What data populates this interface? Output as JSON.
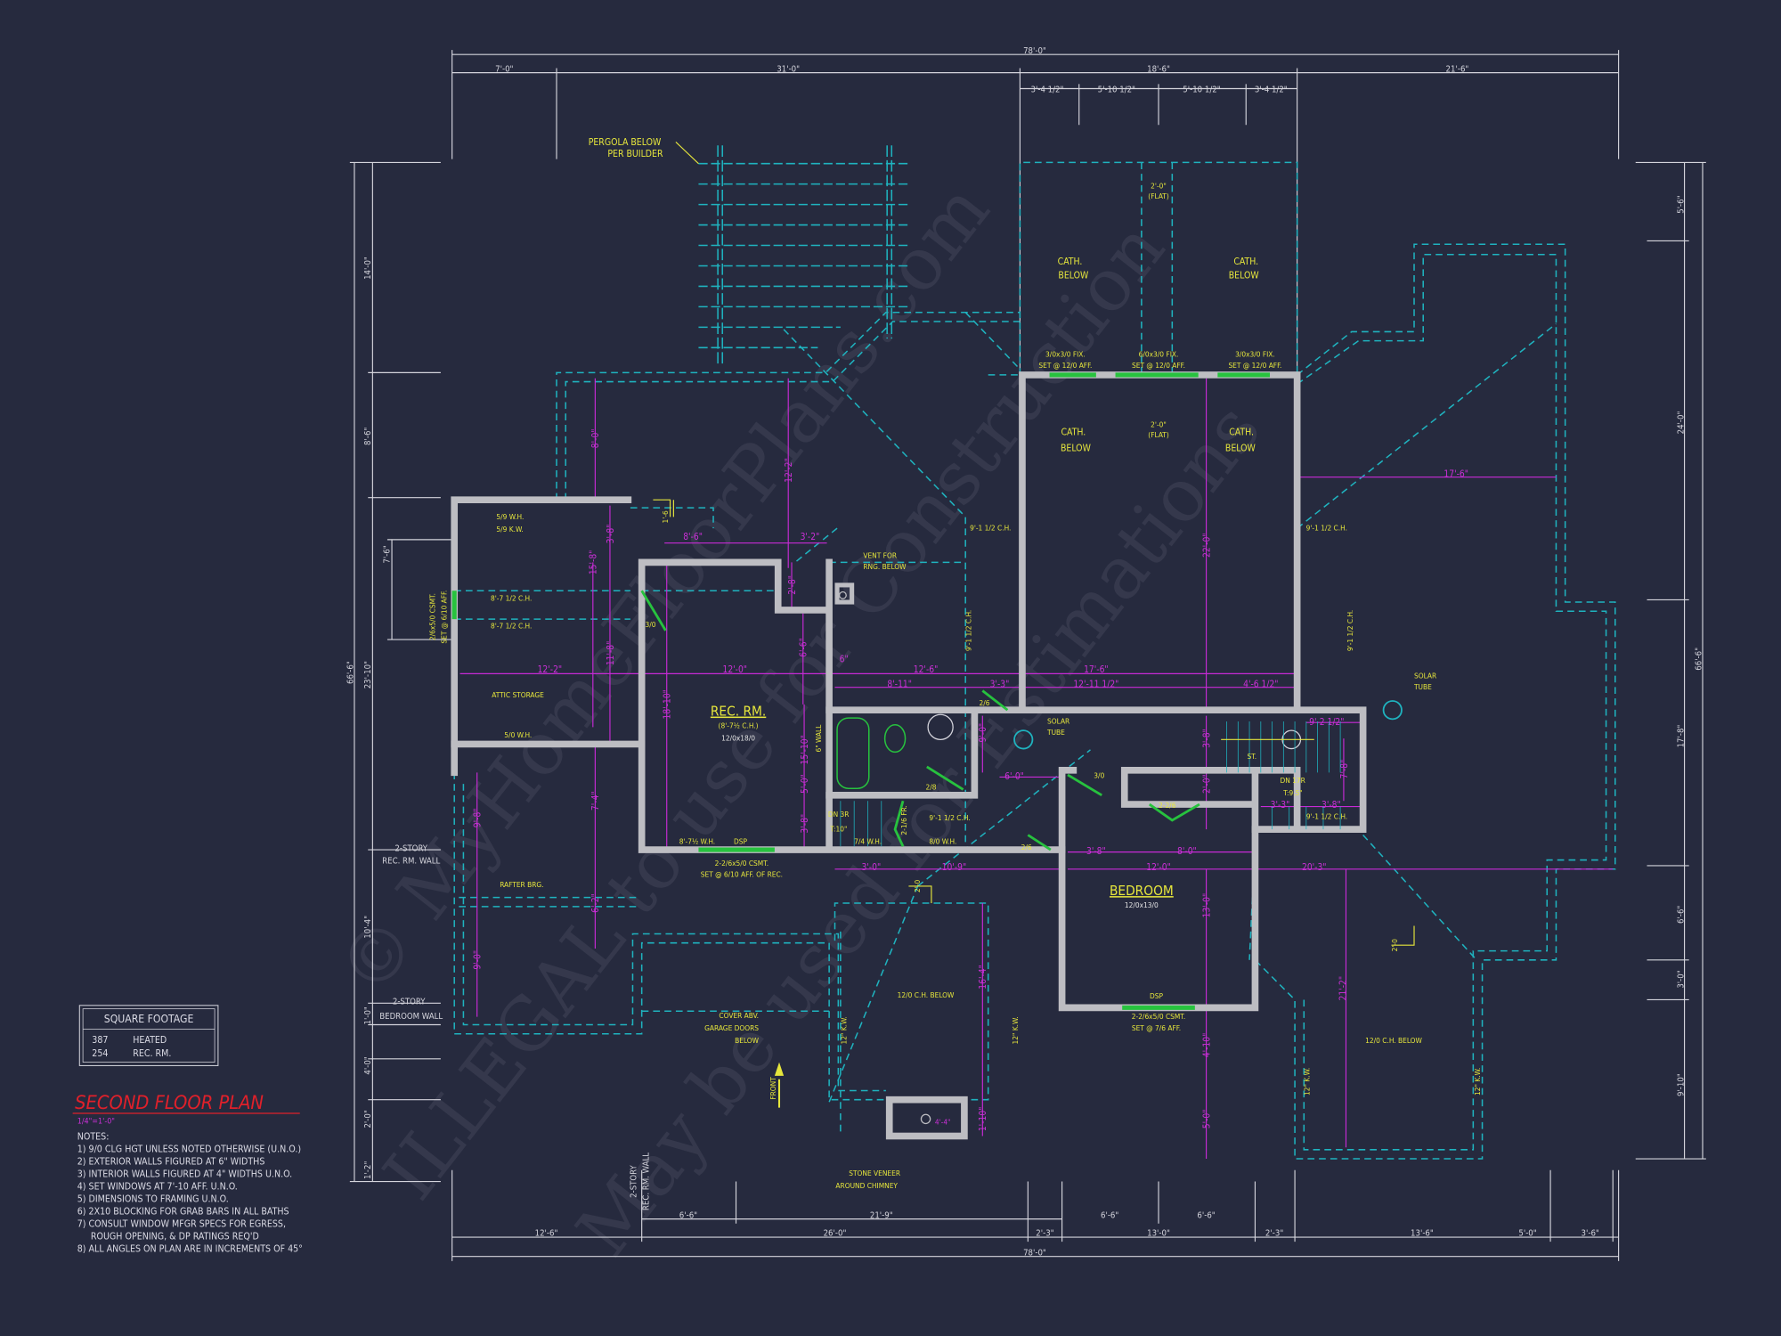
{
  "title": {
    "text": "SECOND FLOOR PLAN",
    "scale": "1/4\"=1'-0\"",
    "color": "#e0202a"
  },
  "square_footage": {
    "heading": "SQUARE FOOTAGE",
    "rows": [
      {
        "value": "387",
        "label": "HEATED"
      },
      {
        "value": "254",
        "label": "REC. RM."
      }
    ]
  },
  "notes": {
    "heading": "NOTES:",
    "items": [
      "1)  9/0 CLG HGT UNLESS NOTED OTHERWISE (U.N.O.)",
      "2)  EXTERIOR WALLS FIGURED AT 6\" WIDTHS",
      "3)  INTERIOR WALLS FIGURED AT 4\" WIDTHS U.N.O.",
      "4)  SET WINDOWS AT 7'-10 AFF. U.N.O.",
      "5)  DIMENSIONS TO FRAMING U.N.O.",
      "6)  2X10 BLOCKING FOR GRAB BARS IN ALL BATHS",
      "7)  CONSULT WINDOW MFGR SPECS FOR EGRESS,",
      "     ROUGH OPENING, & DP RATINGS REQ'D",
      "8)  ALL ANGLES ON PLAN ARE IN INCREMENTS OF 45°"
    ]
  },
  "dims_top": {
    "overall": "78'-0\"",
    "row2": [
      "7'-0\"",
      "31'-0\"",
      "18'-6\"",
      "21'-6\""
    ],
    "row3": [
      "3'-4 1/2\"",
      "5'-10 1/2\"",
      "5'-10 1/2\"",
      "3'-4 1/2\""
    ]
  },
  "dims_bottom": {
    "overall": "78'-0\"",
    "row2": [
      "12'-6\"",
      "26'-0\"",
      "2'-3\"",
      "13'-0\"",
      "2'-3\"",
      "13'-6\"",
      "5'-0\"",
      "3'-6\""
    ],
    "row1": [
      "6'-6\"",
      "21'-9\"",
      "6'-6\"",
      "6'-6\""
    ]
  },
  "dims_left": {
    "overall": "66'-6\"",
    "segments": [
      "14'-0\"",
      "8'-6\"",
      "23'-10\"",
      "10'-4\"",
      "1'-0\"",
      "4'-0\"",
      "2'-0\"",
      "1'-2\""
    ],
    "inner": "7'-6\""
  },
  "dims_right": {
    "overall": "66'-6\"",
    "segments": [
      "5'-6\"",
      "24'-0\"",
      "17'-8\"",
      "6'-6\"",
      "3'-0\"",
      "9'-10\""
    ]
  },
  "rooms": {
    "rec": {
      "name": "REC. RM.",
      "ceiling": "(8'-7½ C.H.)",
      "size": "12/0x18/0"
    },
    "bedroom": {
      "name": "BEDROOM",
      "size": "12/0x13/0"
    }
  },
  "labels": {
    "pergola_1": "PERGOLA BELOW",
    "pergola_2": "PER BUILDER",
    "flat_dim": "2'-0\"",
    "flat": "(FLAT)",
    "cath_1": "CATH.",
    "below": "BELOW",
    "win_fix_a": "3/0x3/0 FIX.",
    "win_fix_b": "6/0x3/0 FIX.",
    "win_set": "SET @ 12/0 AFF.",
    "wh59": "5/9 W.H.",
    "kw59": "5/9 K.W.",
    "ch87": "8'-7 1/2 C.H.",
    "door30": "3/0",
    "door26": "2/6",
    "door28": "2/8",
    "door226": "2-2/6",
    "attic": "ATTIC STORAGE",
    "wh50": "5/0 W.H.",
    "csmt_left_1": "2/6x5/0 CSMT.",
    "csmt_left_2": "SET @ 6/10 AFF.",
    "vent_1": "VENT FOR",
    "vent_2": "RNG. BELOW",
    "wall6": "6\" WALL",
    "ch91": "9'-1 1/2 C.H.",
    "solar_1": "SOLAR",
    "solar_2": "TUBE",
    "dn3r": "DN 3R",
    "t10": "T:10\"",
    "wh74": "7/4 W.H.",
    "fr216": "2-1/6 FR.",
    "wh80": "8/0 W.H.",
    "wh87": "8'-7½ W.H.",
    "dsp": "DSP",
    "csmt_rec_1": "2-2/6x5/0 CSMT.",
    "csmt_rec_2": "SET @ 6/10 AFF. OF REC.",
    "st": "ST.",
    "dn17r": "DN 17R",
    "t95": "T:9.5\"",
    "csmt_bed_1": "2-2/6x5/0 CSMT.",
    "csmt_bed_2": "SET @ 7/6 AFF.",
    "rafter": "RAFTER BRG.",
    "story2": "2-STORY",
    "recwall": "REC. RM. WALL",
    "bedwall": "BEDROOM WALL",
    "cover_1": "COVER ABV.",
    "cover_2": "GARAGE DOORS",
    "cover_3": "BELOW",
    "front": "FRONT",
    "ch120": "12/0 C.H. BELOW",
    "kw12": "12\" K.W.",
    "chimney_dim": "4'-4\"",
    "stone_1": "STONE VENEER",
    "stone_2": "AROUND CHIMNEY",
    "hatch_16": "1'-6",
    "hatch_20": "2'-0"
  },
  "magenta_dims": [
    "8'-6\"",
    "3'-2\"",
    "8'-0\"",
    "12'-2\"",
    "3'-8\"",
    "15'-8\"",
    "11'-8\"",
    "12'-2\"",
    "12'-0\"",
    "12'-6\"",
    "8'-11\"",
    "3'-3\"",
    "17'-6\"",
    "12'-11 1/2\"",
    "4'-6 1/2\"",
    "17'-6\"",
    "22'-0\"",
    "18'-10\"",
    "6'-6\"",
    "2'-8\"",
    "15'-10\"",
    "5'-0\"",
    "3'-8\"",
    "9'-0\"",
    "6'-0\"",
    "3'-8\"",
    "8'-0\"",
    "12'-0\"",
    "20'-3\"",
    "3'-0\"",
    "10'-9\"",
    "9'-8\"",
    "7'-4\"",
    "6'-2\"",
    "9'-0\"",
    "16'-4\"",
    "1'-10\"",
    "13'-0\"",
    "4'-10\"",
    "5'-0\"",
    "21'-2\"",
    "9'-2 1/2\"",
    "7'-8\"",
    "3'-3\"",
    "3'-8\"",
    "3'-8\"",
    "2'-0\"",
    "6\""
  ],
  "watermark": [
    "© MyHomeFloorPlans.com",
    "ILLEGAL to use for Construction",
    "May be used for Estimations"
  ],
  "colors": {
    "background": "#262a3e",
    "walls": "#bdbdc2",
    "roof": "#1fb3bf",
    "dims": "#c82ad6",
    "text": "#e6e63c",
    "windows": "#27c23e"
  }
}
